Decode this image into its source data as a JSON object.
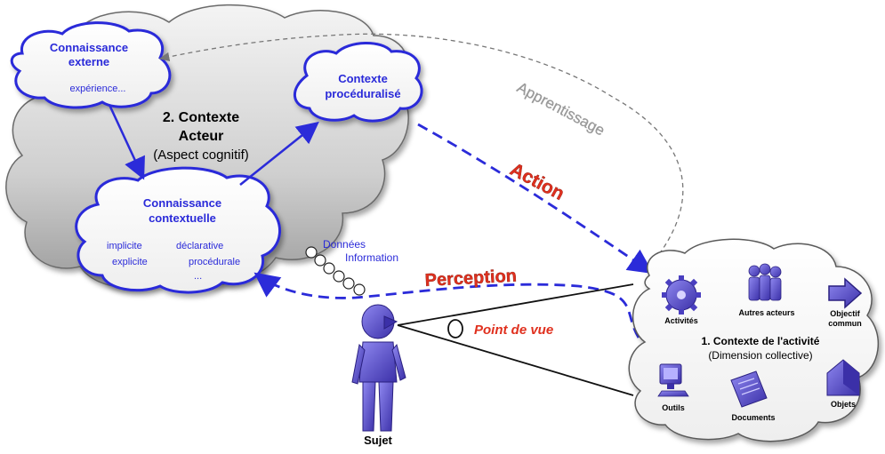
{
  "actor_context": {
    "title_line1": "2. Contexte",
    "title_line2": "Acteur",
    "subtitle": "(Aspect cognitif)"
  },
  "external_knowledge": {
    "line1": "Connaissance",
    "line2": "externe",
    "detail": "expérience..."
  },
  "proceduralized_context": {
    "line1": "Contexte",
    "line2": "procéduralisé"
  },
  "contextual_knowledge": {
    "line1": "Connaissance",
    "line2": "contextuelle",
    "implicite": "implicite",
    "explicite": "explicite",
    "declarative": "déclarative",
    "procedurale": "procédurale",
    "ellipsis": "..."
  },
  "data_info": {
    "donnees": "Données",
    "information": "Information"
  },
  "arrows": {
    "apprentissage": "Apprentissage",
    "action": "Action",
    "perception": "Perception",
    "point_de_vue": "Point de vue"
  },
  "subject": {
    "label": "Sujet"
  },
  "activity_context": {
    "title": "1. Contexte de l'activité",
    "subtitle": "(Dimension collective)",
    "items": {
      "activites": "Activités",
      "autres_acteurs": "Autres acteurs",
      "objectif_line1": "Objectif",
      "objectif_line2": "commun",
      "outils": "Outils",
      "documents": "Documents",
      "objets": "Objets"
    }
  },
  "colors": {
    "blue": "#2b2bd9",
    "red": "#e0301e",
    "gray_text": "#9a9a9a",
    "cloud_gray": "#c9c9c9"
  }
}
